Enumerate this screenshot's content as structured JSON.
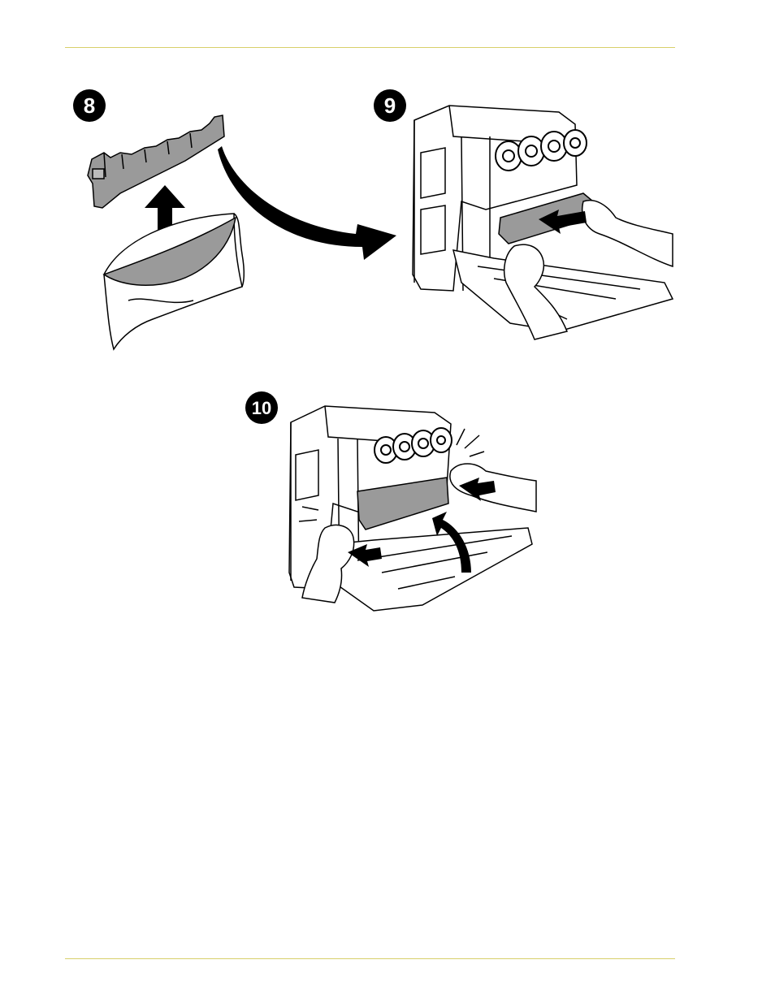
{
  "steps": [
    {
      "number": "8"
    },
    {
      "number": "9"
    },
    {
      "number": "10"
    }
  ],
  "colors": {
    "rule": "#d8cf6a",
    "badge": "#000000",
    "part_fill": "#9a9a9a",
    "line": "#000000"
  },
  "illustrations": {
    "step8": [
      "waste-cartridge-icon",
      "bag-icon",
      "up-arrow-icon",
      "curved-arrow-icon"
    ],
    "step9": [
      "printer-icon",
      "toner-cartridges-icon",
      "hands-icon",
      "insert-arrow-icon"
    ],
    "step10": [
      "printer-icon",
      "toner-cartridges-icon",
      "hands-icon",
      "push-arrow-icon",
      "close-door-arrow-icon"
    ]
  }
}
